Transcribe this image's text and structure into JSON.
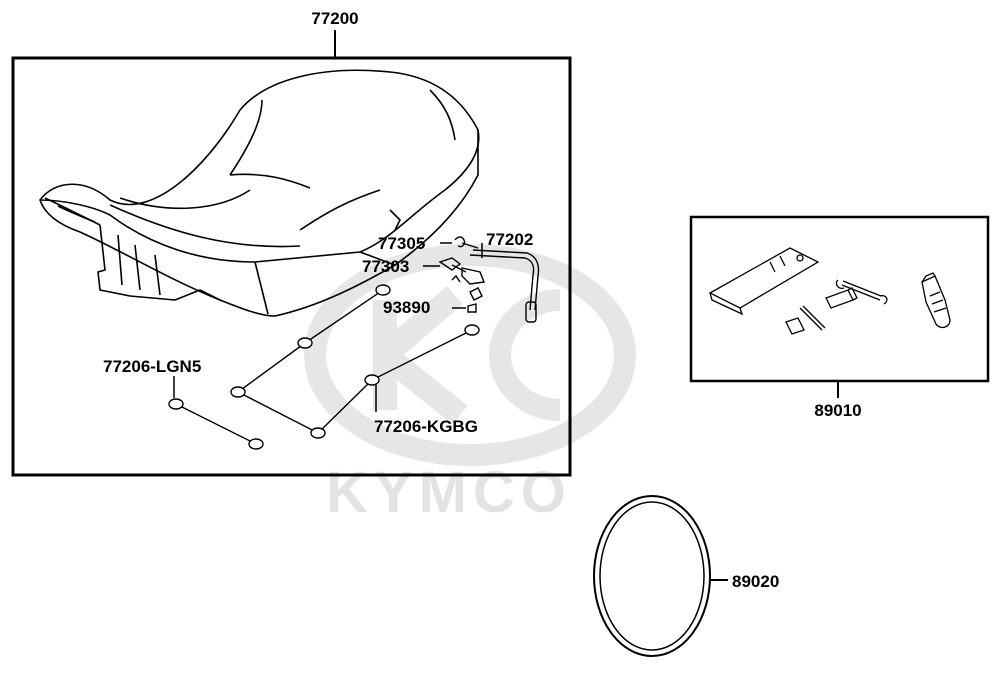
{
  "watermark": {
    "brand": "KYMCO",
    "color": "#e0e0e0"
  },
  "line_color": "#000000",
  "parts": {
    "seat_assembly": "77200",
    "tool_kit": "89010",
    "latch_rod": "77202",
    "spring": "77305",
    "latch_bracket": "77303",
    "clip": "93890",
    "cushion_lgn5": "77206-LGN5",
    "cushion_kgbg": "77206-KGBG",
    "band": "89020"
  }
}
